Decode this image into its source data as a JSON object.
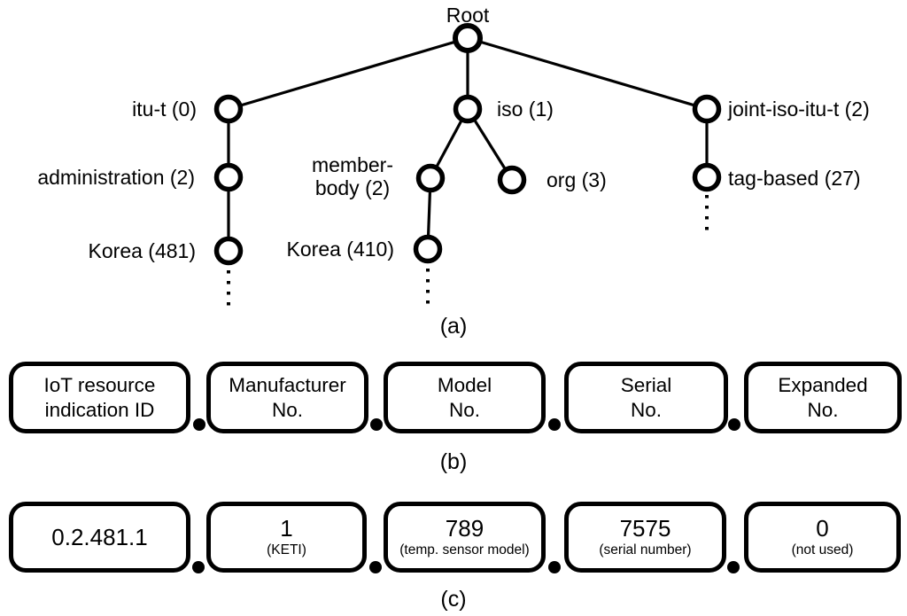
{
  "colors": {
    "background": "#ffffff",
    "ink": "#000000"
  },
  "panel_a": {
    "caption": "(a)",
    "nodes": [
      {
        "id": "root",
        "label": "Root"
      },
      {
        "id": "itu-t",
        "label": "itu-t (0)"
      },
      {
        "id": "iso",
        "label": "iso (1)"
      },
      {
        "id": "joint-iso-itu-t",
        "label": "joint-iso-itu-t (2)"
      },
      {
        "id": "administration",
        "label": "administration (2)"
      },
      {
        "id": "member-body",
        "label": "member-body (2)",
        "label_lines": [
          "member-",
          "body (2)"
        ]
      },
      {
        "id": "org",
        "label": "org (3)"
      },
      {
        "id": "korea-under-itu-t",
        "label": "Korea (481)"
      },
      {
        "id": "korea-under-iso",
        "label": "Korea (410)"
      },
      {
        "id": "tag-based",
        "label": "tag-based (27)"
      }
    ],
    "edges": [
      [
        "root",
        "itu-t"
      ],
      [
        "root",
        "iso"
      ],
      [
        "root",
        "joint-iso-itu-t"
      ],
      [
        "itu-t",
        "administration"
      ],
      [
        "administration",
        "korea-under-itu-t"
      ],
      [
        "iso",
        "member-body"
      ],
      [
        "iso",
        "org"
      ],
      [
        "member-body",
        "korea-under-iso"
      ],
      [
        "joint-iso-itu-t",
        "tag-based"
      ]
    ],
    "continuation_below": [
      "korea-under-itu-t",
      "korea-under-iso",
      "tag-based"
    ]
  },
  "panel_b": {
    "caption": "(b)",
    "separator": ".",
    "boxes": [
      {
        "lines": [
          "IoT resource",
          "indication ID"
        ]
      },
      {
        "lines": [
          "Manufacturer",
          "No."
        ]
      },
      {
        "lines": [
          "Model",
          "No."
        ]
      },
      {
        "lines": [
          "Serial",
          "No."
        ]
      },
      {
        "lines": [
          "Expanded",
          "No."
        ]
      }
    ]
  },
  "panel_c": {
    "caption": "(c)",
    "separator": ".",
    "boxes": [
      {
        "value": "0.2.481.1",
        "note": ""
      },
      {
        "value": "1",
        "note": "(KETI)"
      },
      {
        "value": "789",
        "note": "(temp. sensor model)"
      },
      {
        "value": "7575",
        "note": "(serial number)"
      },
      {
        "value": "0",
        "note": "(not used)"
      }
    ]
  }
}
